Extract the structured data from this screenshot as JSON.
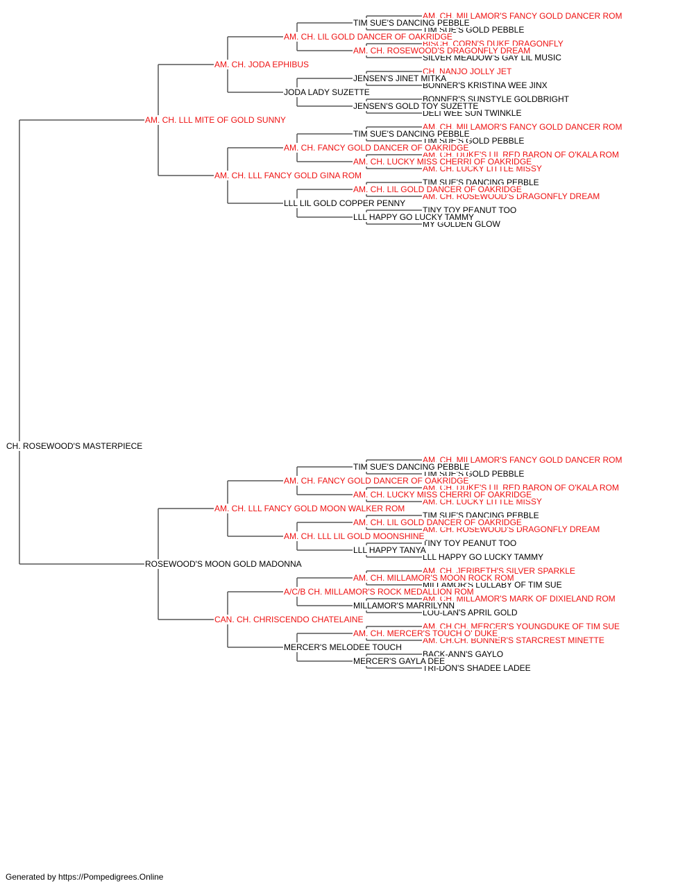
{
  "colors": {
    "champion": "#ee1111",
    "normal": "#000000",
    "line": "#555555"
  },
  "pedigree": {
    "name": "CH. ROSEWOOD'S MASTERPIECE",
    "champion": false,
    "sire": {
      "name": "AM. CH. LLL MITE OF GOLD SUNNY",
      "champion": true,
      "sire": {
        "name": "AM. CH. JODA EPHIBUS",
        "champion": true,
        "sire": {
          "name": "AM. CH. LIL GOLD DANCER OF OAKRIDGE",
          "champion": true,
          "sire": {
            "name": "TIM SUE'S DANCING PEBBLE",
            "champion": false,
            "sire": {
              "name": "AM. CH. MILLAMOR'S FANCY GOLD DANCER ROM",
              "champion": true
            },
            "dam": {
              "name": "TIM SUE'S GOLD PEBBLE",
              "champion": false
            }
          },
          "dam": {
            "name": "AM. CH. ROSEWOOD'S DRAGONFLY DREAM",
            "champion": true,
            "sire": {
              "name": "BISCH. CORN'S DUKE DRAGONFLY",
              "champion": true
            },
            "dam": {
              "name": "SILVER MEADOW'S GAY LIL MUSIC",
              "champion": false
            }
          }
        },
        "dam": {
          "name": "JODA LADY SUZETTE",
          "champion": false,
          "sire": {
            "name": "JENSEN'S JINET MITKA",
            "champion": false,
            "sire": {
              "name": "CH. NANJO JOLLY JET",
              "champion": true
            },
            "dam": {
              "name": "BONNER'S KRISTINA WEE JINX",
              "champion": false
            }
          },
          "dam": {
            "name": "JENSEN'S GOLD TOY SUZETTE",
            "champion": false,
            "sire": {
              "name": "BONNER'S SUNSTYLE GOLDBRIGHT",
              "champion": false
            },
            "dam": {
              "name": "DELI WEE SUN TWINKLE",
              "champion": false
            }
          }
        }
      },
      "dam": {
        "name": "AM. CH. LLL FANCY GOLD GINA ROM",
        "champion": true,
        "sire": {
          "name": "AM. CH. FANCY GOLD DANCER OF OAKRIDGE",
          "champion": true,
          "sire": {
            "name": "TIM SUE'S DANCING PEBBLE",
            "champion": false,
            "sire": {
              "name": "AM. CH. MILLAMOR'S FANCY GOLD DANCER ROM",
              "champion": true
            },
            "dam": {
              "name": "TIM SUE'S GOLD PEBBLE",
              "champion": false
            }
          },
          "dam": {
            "name": "AM. CH. LUCKY MISS CHERRI OF OAKRIDGE",
            "champion": true,
            "sire": {
              "name": "AM. CH. DUKE'S LIL RED BARON OF O'KALA ROM",
              "champion": true
            },
            "dam": {
              "name": "AM. CH. LUCKY LITTLE MISSY",
              "champion": true
            }
          }
        },
        "dam": {
          "name": "LLL LIL GOLD COPPER PENNY",
          "champion": false,
          "sire": {
            "name": "AM. CH. LIL GOLD DANCER OF OAKRIDGE",
            "champion": true,
            "sire": {
              "name": "TIM SUE'S DANCING PEBBLE",
              "champion": false
            },
            "dam": {
              "name": "AM. CH. ROSEWOOD'S DRAGONFLY DREAM",
              "champion": true
            }
          },
          "dam": {
            "name": "LLL HAPPY GO LUCKY TAMMY",
            "champion": false,
            "sire": {
              "name": "TINY TOY PEANUT TOO",
              "champion": false
            },
            "dam": {
              "name": "MY GOLDEN GLOW",
              "champion": false
            }
          }
        }
      }
    },
    "dam": {
      "name": "ROSEWOOD'S MOON GOLD MADONNA",
      "champion": false,
      "sire": {
        "name": "AM. CH. LLL FANCY GOLD MOON WALKER ROM",
        "champion": true,
        "sire": {
          "name": "AM. CH. FANCY GOLD DANCER OF OAKRIDGE",
          "champion": true,
          "sire": {
            "name": "TIM SUE'S DANCING PEBBLE",
            "champion": false,
            "sire": {
              "name": "AM. CH. MILLAMOR'S FANCY GOLD DANCER ROM",
              "champion": true
            },
            "dam": {
              "name": "TIM SUE'S GOLD PEBBLE",
              "champion": false
            }
          },
          "dam": {
            "name": "AM. CH. LUCKY MISS CHERRI OF OAKRIDGE",
            "champion": true,
            "sire": {
              "name": "AM. CH. DUKE'S LIL RED BARON OF O'KALA ROM",
              "champion": true
            },
            "dam": {
              "name": "AM. CH. LUCKY LITTLE MISSY",
              "champion": true
            }
          }
        },
        "dam": {
          "name": "AM. CH. LLL LIL GOLD MOONSHINE",
          "champion": true,
          "sire": {
            "name": "AM. CH. LIL GOLD DANCER OF OAKRIDGE",
            "champion": true,
            "sire": {
              "name": "TIM SUE'S DANCING PEBBLE",
              "champion": false
            },
            "dam": {
              "name": "AM. CH. ROSEWOOD'S DRAGONFLY DREAM",
              "champion": true
            }
          },
          "dam": {
            "name": "LLL HAPPY TANYA",
            "champion": false,
            "sire": {
              "name": "TINY TOY PEANUT TOO",
              "champion": false
            },
            "dam": {
              "name": "LLL HAPPY GO LUCKY TAMMY",
              "champion": false
            }
          }
        }
      },
      "dam": {
        "name": "CAN. CH. CHRISCENDO CHATELAINE",
        "champion": true,
        "sire": {
          "name": "A/C/B CH. MILLAMOR'S ROCK MEDALLION ROM",
          "champion": true,
          "sire": {
            "name": "AM. CH. MILLAMOR'S MOON ROCK ROM",
            "champion": true,
            "sire": {
              "name": "AM. CH. JERIBETH'S SILVER SPARKLE",
              "champion": true
            },
            "dam": {
              "name": "MILLAMOR'S LULLABY OF TIM SUE",
              "champion": false
            }
          },
          "dam": {
            "name": "MILLAMOR'S MARRILYNN",
            "champion": false,
            "sire": {
              "name": "AM. CH. MILLAMOR'S MARK OF DIXIELAND ROM",
              "champion": true
            },
            "dam": {
              "name": "LOU-LAN'S APRIL GOLD",
              "champion": false
            }
          }
        },
        "dam": {
          "name": "MERCER'S MELODEE TOUCH",
          "champion": false,
          "sire": {
            "name": "AM. CH. MERCER'S TOUCH O' DUKE",
            "champion": true,
            "sire": {
              "name": "AM. CH.CH. MERCER'S YOUNGDUKE OF TIM SUE",
              "champion": true
            },
            "dam": {
              "name": "AM. CH.CH. BONNER'S STARCREST MINETTE",
              "champion": true
            }
          },
          "dam": {
            "name": "MERCER'S GAYLA DEE",
            "champion": false,
            "sire": {
              "name": "BACK-ANN'S GAYLO",
              "champion": false
            },
            "dam": {
              "name": "TRI-DON'S SHADEE LADEE",
              "champion": false
            }
          }
        }
      }
    }
  },
  "footer": {
    "text": "Generated by https://Pompedigrees.Online"
  }
}
